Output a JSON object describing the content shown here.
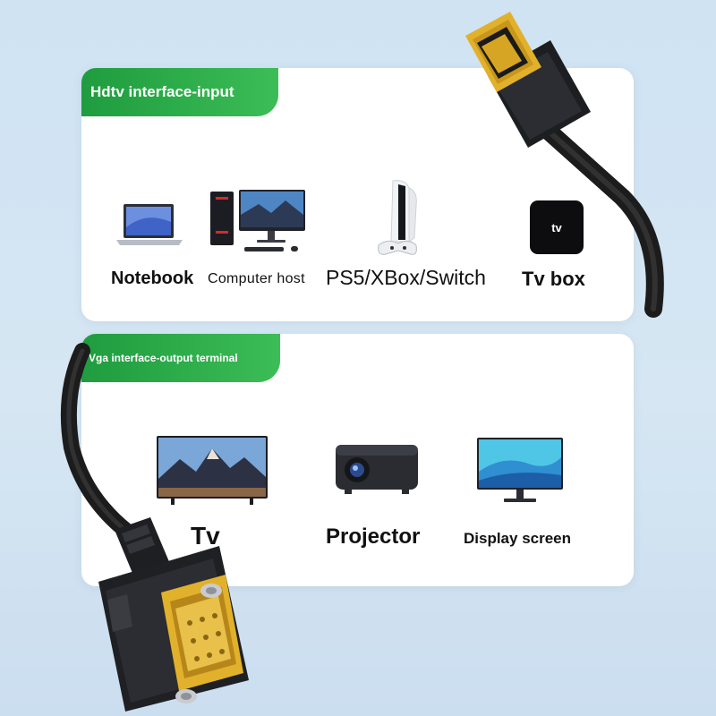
{
  "input_section": {
    "tag": "Hdtv interface-input",
    "devices": [
      {
        "name": "Notebook",
        "icon": "laptop-icon"
      },
      {
        "name": "Computer host",
        "icon": "desktop-computer-icon"
      },
      {
        "name": "PS5/XBox/Switch",
        "icon": "game-console-icon"
      },
      {
        "name": "Tv box",
        "icon": "tv-box-icon"
      }
    ],
    "tv_box_logo": "tv"
  },
  "output_section": {
    "tag": "Vga interface-output terminal",
    "devices": [
      {
        "name": "Tv",
        "icon": "television-icon"
      },
      {
        "name": "Projector",
        "icon": "projector-icon"
      },
      {
        "name": "Display screen",
        "icon": "monitor-icon"
      }
    ]
  },
  "colors": {
    "tag_green": "#2eae4b",
    "background": "#d3e5f3",
    "connector_gold": "#e2b12c",
    "cable_black": "#1c1c1c"
  }
}
